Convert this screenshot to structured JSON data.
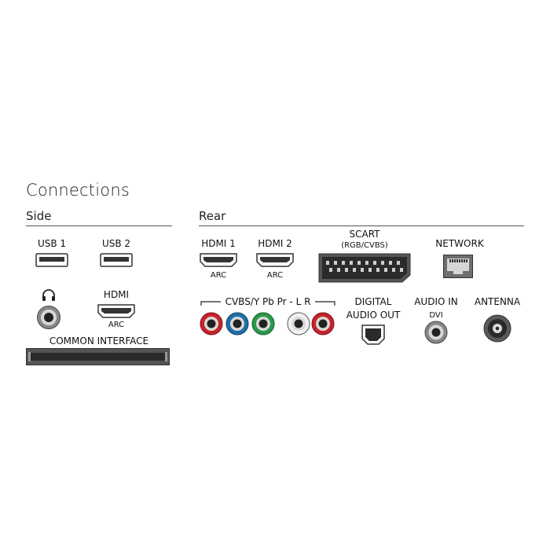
{
  "title": "Connections",
  "side": {
    "heading": "Side",
    "usb1": "USB 1",
    "usb2": "USB 2",
    "hdmi": "HDMI",
    "hdmi_sub": "ARC",
    "common_interface": "COMMON INTERFACE"
  },
  "rear": {
    "heading": "Rear",
    "hdmi1": "HDMI 1",
    "hdmi1_sub": "ARC",
    "hdmi2": "HDMI 2",
    "hdmi2_sub": "ARC",
    "scart": "SCART",
    "scart_sub": "(RGB/CVBS)",
    "network": "NETWORK",
    "component": "CVBS/Y Pb Pr - L R",
    "digital_audio_line1": "DIGITAL",
    "digital_audio_line2": "AUDIO OUT",
    "audio_in": "AUDIO IN",
    "audio_in_sub": "DVI",
    "antenna": "ANTENNA"
  },
  "colors": {
    "rca_red": "#c8232c",
    "rca_blue": "#1f6fa8",
    "rca_green": "#2a9a4a",
    "rca_white": "#f2f2f2",
    "port_dark": "#333333"
  },
  "icons": {
    "headphone": "headphone-icon",
    "ethernet": "ethernet-port-icon",
    "optical": "optical-port-icon",
    "coax": "coax-port-icon"
  }
}
